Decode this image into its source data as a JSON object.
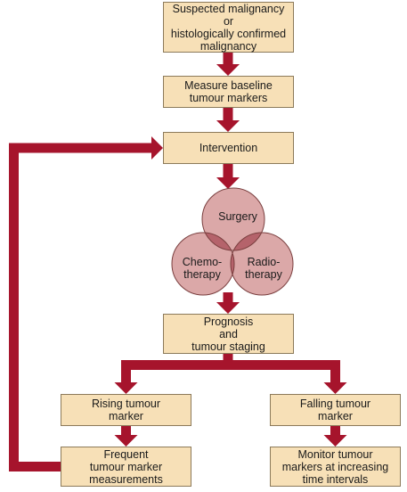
{
  "colors": {
    "arrow": "#a6142c",
    "box_fill": "#f7e0b7",
    "box_border": "#8c7a5a",
    "circle_fill": "#dba8a8",
    "circle_stroke": "#7a3f3f",
    "overlap_fill": "#b5636b"
  },
  "nodes": {
    "suspected": {
      "lines": [
        "Suspected malignancy",
        "or",
        "histologically confirmed",
        "malignancy"
      ]
    },
    "baseline": {
      "lines": [
        "Measure baseline",
        "tumour markers"
      ]
    },
    "intervention": {
      "lines": [
        "Intervention"
      ]
    },
    "surgery": {
      "lines": [
        "Surgery"
      ]
    },
    "chemo": {
      "lines": [
        "Chemo-",
        "therapy"
      ]
    },
    "radio": {
      "lines": [
        "Radio-",
        "therapy"
      ]
    },
    "prognosis": {
      "lines": [
        "Prognosis",
        "and",
        "tumour staging"
      ]
    },
    "rising": {
      "lines": [
        "Rising tumour",
        "marker"
      ]
    },
    "falling": {
      "lines": [
        "Falling tumour",
        "marker"
      ]
    },
    "frequent": {
      "lines": [
        "Frequent",
        "tumour marker",
        "measurements"
      ]
    },
    "monitor": {
      "lines": [
        "Monitor tumour",
        "markers at increasing",
        "time intervals"
      ]
    }
  }
}
